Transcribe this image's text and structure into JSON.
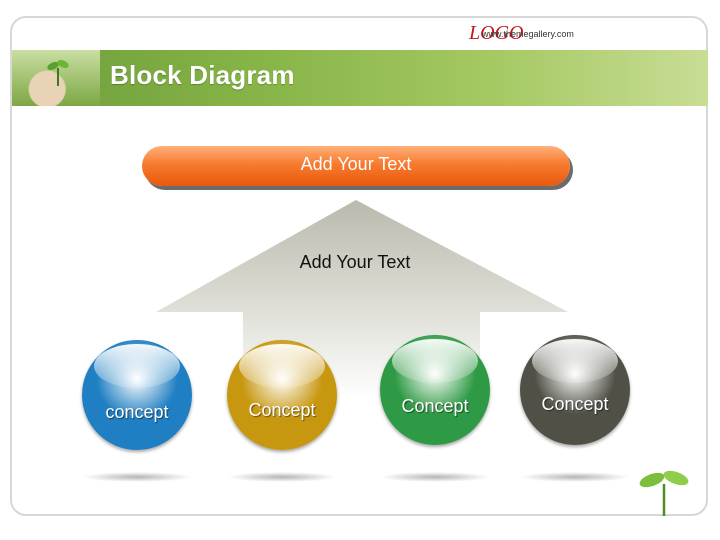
{
  "header": {
    "logo": "LOGO",
    "url": "www.themegallery.com",
    "title": "Block Diagram"
  },
  "diagram": {
    "banner_text": "Add Your Text",
    "arrow_text": "Add Your Text",
    "concepts": [
      {
        "label": "concept",
        "color": "#1f7fc2"
      },
      {
        "label": "Concept",
        "color": "#c7970f"
      },
      {
        "label": "Concept",
        "color": "#2f9a45"
      },
      {
        "label": "Concept",
        "color": "#505046"
      }
    ]
  },
  "colors": {
    "header_green": "#86b447",
    "banner_orange": "#f77b2f",
    "logo_red": "#c0151b"
  }
}
